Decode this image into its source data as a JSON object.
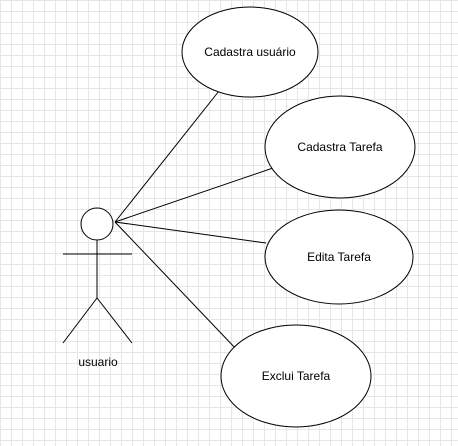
{
  "diagram": {
    "type": "use-case",
    "actor": {
      "label": "usuario"
    },
    "use_cases": [
      {
        "id": "uc1",
        "label": "Cadastra usuário"
      },
      {
        "id": "uc2",
        "label": "Cadastra Tarefa"
      },
      {
        "id": "uc3",
        "label": "Edita Tarefa"
      },
      {
        "id": "uc4",
        "label": "Exclui Tarefa"
      }
    ],
    "associations": [
      {
        "from": "actor",
        "to": "uc1"
      },
      {
        "from": "actor",
        "to": "uc2"
      },
      {
        "from": "actor",
        "to": "uc3"
      },
      {
        "from": "actor",
        "to": "uc4"
      }
    ],
    "colors": {
      "stroke": "#000000",
      "fill": "#ffffff",
      "grid": "#e6e6e6"
    }
  }
}
